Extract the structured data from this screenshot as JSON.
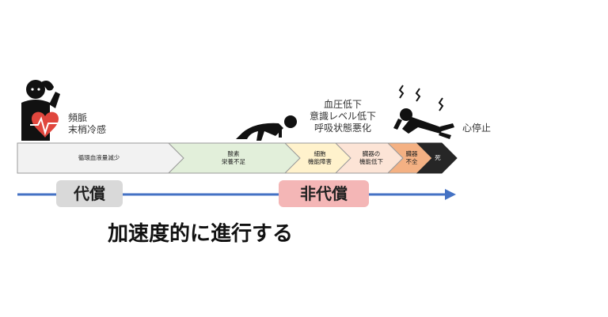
{
  "icons": {
    "person_heart": "person-with-heart-pulse",
    "crawling": "crawling-person",
    "collapsed": "collapsed-person-with-shock-lines"
  },
  "symptoms": {
    "early": [
      "頻脈",
      "末梢冷感"
    ],
    "middle": [
      "血圧低下",
      "意識レベル低下",
      "呼吸状態悪化"
    ],
    "end": [
      "心停止"
    ]
  },
  "stages": [
    {
      "lines": [
        "循環血液量減少"
      ],
      "color": "#f2f2f2"
    },
    {
      "lines": [
        "酸素",
        "栄養不足"
      ],
      "color": "#e2efda"
    },
    {
      "lines": [
        "細胞",
        "機能障害"
      ],
      "color": "#fff2cc"
    },
    {
      "lines": [
        "臓器の",
        "機能低下"
      ],
      "color": "#fce4d6"
    },
    {
      "lines": [
        "臓器",
        "不全"
      ],
      "color": "#f4b183"
    },
    {
      "lines": [
        "死"
      ],
      "color": "#262626"
    }
  ],
  "phases": {
    "compensated": "代償",
    "decompensated": "非代償"
  },
  "caption": "加速度的に進行する",
  "colors": {
    "arrow": "#4472c4",
    "compensated_bg": "#d9d9d9",
    "decompensated_bg": "#f4b6b6",
    "heart": "#e0463d"
  }
}
